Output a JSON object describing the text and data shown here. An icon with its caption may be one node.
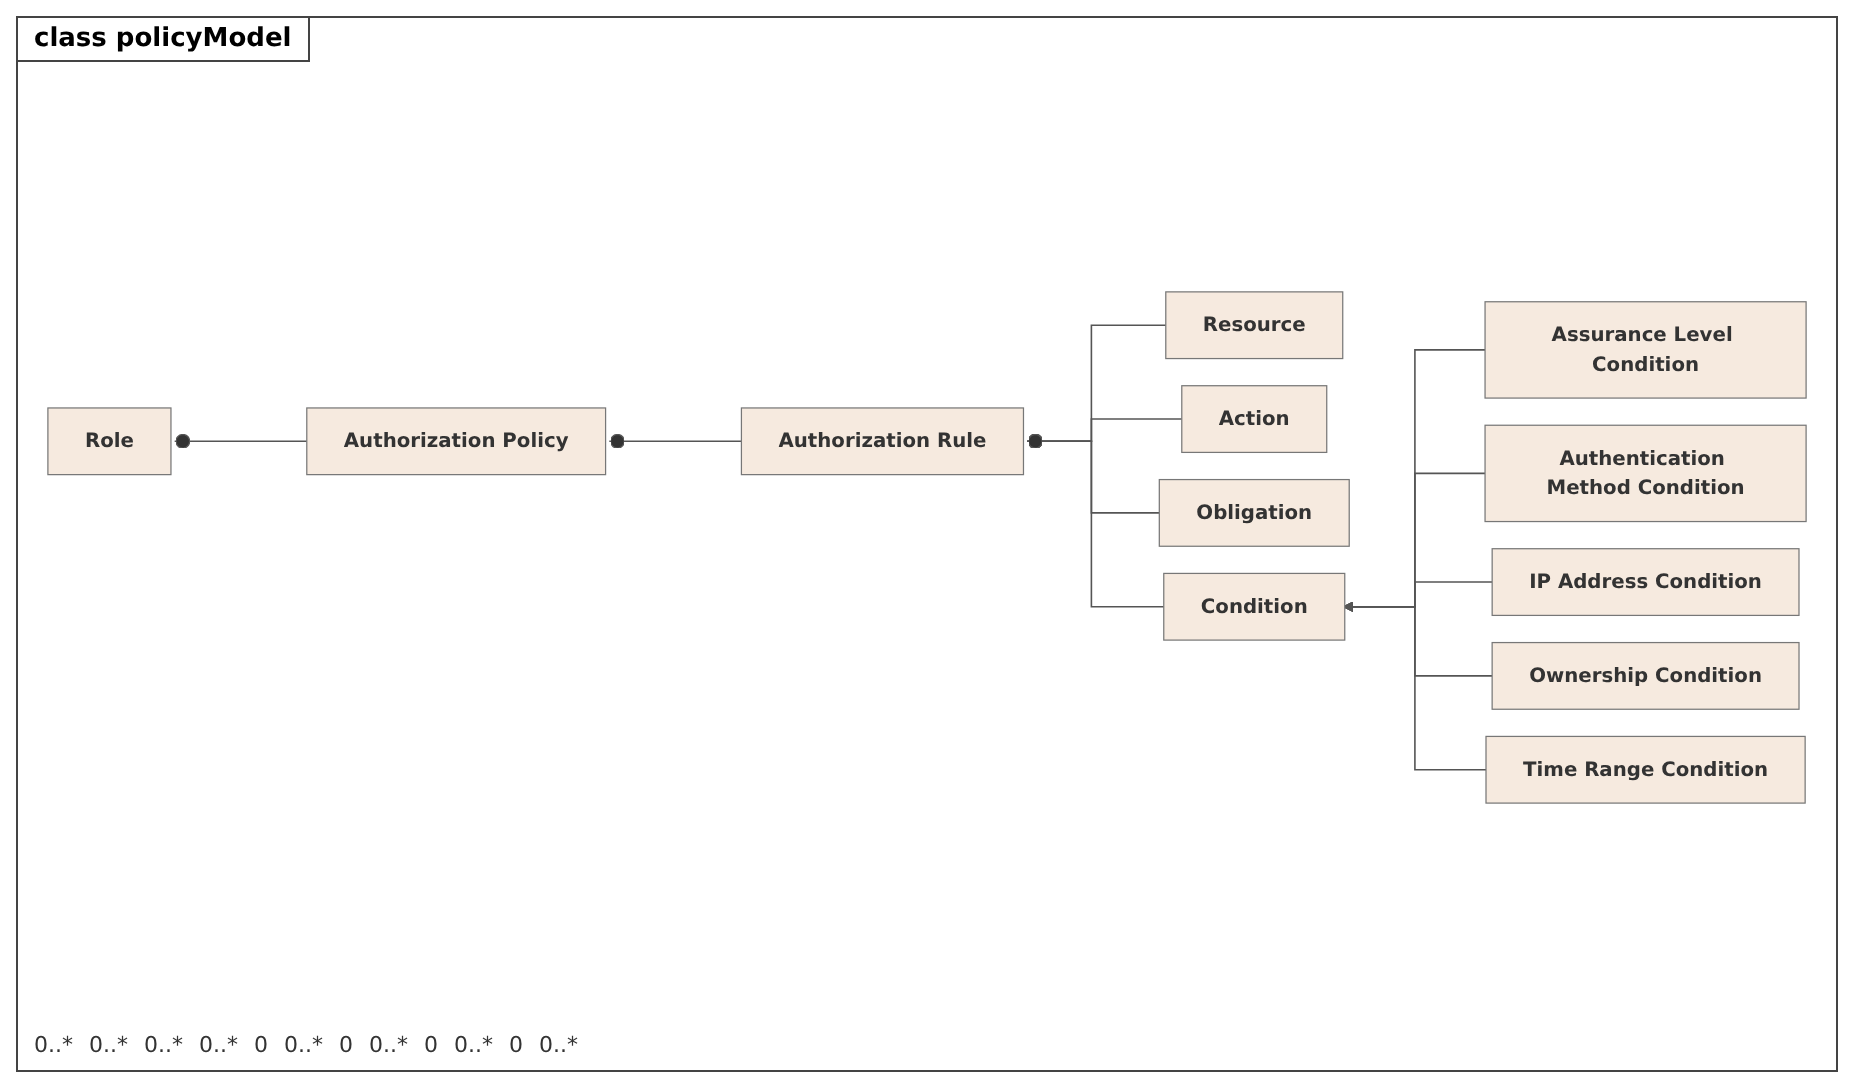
{
  "diagram": {
    "title": "class policyModel",
    "nodes": [
      {
        "text": [
          "Role"
        ]
      },
      {
        "text": [
          "Authorization Policy"
        ]
      },
      {
        "text": [
          "Authorization Rule"
        ]
      },
      {
        "text": [
          "Resource"
        ]
      },
      {
        "text": [
          "Action"
        ]
      },
      {
        "text": [
          "Obligation"
        ]
      },
      {
        "text": [
          "Condition"
        ]
      },
      {
        "text": [
          "Assurance Level Condition"
        ]
      },
      {
        "text": [
          "Authentication Method Condition"
        ]
      },
      {
        "text": [
          "IP Address Condition"
        ]
      },
      {
        "text": [
          "Ownership Condition"
        ]
      },
      {
        "text": [
          "Time Range Condition"
        ]
      }
    ],
    "edges": [
      {
        "from": 1,
        "to": 0,
        "arrow": "other"
      },
      {
        "from": 2,
        "to": 1,
        "arrow": "other"
      },
      {
        "from": 3,
        "to": 2,
        "arrow": "other"
      },
      {
        "from": 4,
        "to": 2,
        "arrow": "other"
      },
      {
        "from": 5,
        "to": 2,
        "arrow": "other"
      },
      {
        "from": 6,
        "to": 2,
        "arrow": "other"
      },
      {
        "from": 7,
        "to": 6,
        "arrow": "to"
      },
      {
        "from": 8,
        "to": 6,
        "arrow": "to"
      },
      {
        "from": 9,
        "to": 6,
        "arrow": "to"
      },
      {
        "from": 10,
        "to": 6,
        "arrow": "to"
      },
      {
        "from": 11,
        "to": 6,
        "arrow": "to"
      }
    ],
    "labels": [
      "0..*",
      "0..*",
      "0..*",
      "0..*",
      "0",
      "0..*",
      "0",
      "0..*",
      "0",
      "0..*",
      "0",
      "0..*"
    ]
  }
}
